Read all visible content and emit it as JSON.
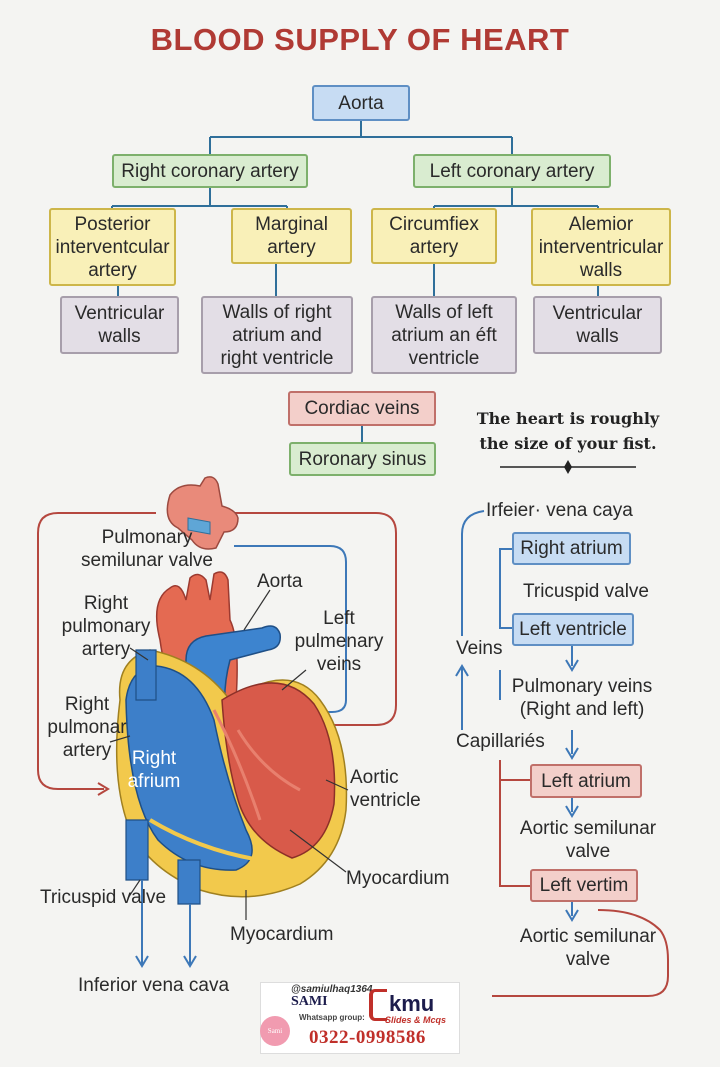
{
  "title": "BLOOD SUPPLY OF HEART",
  "tree": {
    "root": "Aorta",
    "right_coronary": "Right coronary artery",
    "left_coronary": "Left coronary artery",
    "branches": [
      "Posterior\ninterventcular\nartery",
      "Marginal\nartery",
      "Circumfiex\nartery",
      "Alemior\ninterventricular\nwalls"
    ],
    "supplies": [
      "Ventricular\nwalls",
      "Walls of right\natrium and\nright ventricle",
      "Walls of left\natrium an éft\nventricle",
      "Ventricular\nwalls"
    ],
    "veins": "Cordiac veins",
    "sinus": "Roronary sinus"
  },
  "note": "The heart is roughly\nthe size of your fist.",
  "heart_labels": {
    "pulmonary_valve": "Pulmonary\nsemilunar valve",
    "aorta": "Aorta",
    "right_pulmonary_artery_1": "Right\npulmonary\nartery",
    "left_pulmonary_veins": "Left\npulmenary\nveins",
    "right_pulmonary_artery_2": "Right\npulmonar\nartery",
    "right_atrium": "Right\nafrium",
    "aortic_ventricle": "Aortic\nventricle",
    "myocardium_right": "Myocardium",
    "tricuspid_valve": "Tricuspid valve",
    "myocardium_bottom": "Myocardium",
    "inferior_vena_cava": "Inferior vena cava"
  },
  "flow": {
    "ivc": "Irfeier· vena caya",
    "right_atrium": "Right atrium",
    "tricuspid": "Tricuspid valve",
    "left_ventricle": "Left ventricle",
    "veins": "Veins",
    "pulmonary_veins": "Pulmonary veins\n(Right and left)",
    "capillaries": "Capillariés",
    "left_atrium": "Left atrium",
    "aortic_valve_1": "Aortic semilunar\nvalve",
    "left_vertim": "Left vertim",
    "aortic_valve_2": "Aortic semilunar\nvalve"
  },
  "logo": {
    "handle": "@samiulhaq1364",
    "name": "SAMI",
    "whatsapp": "Whatsapp group:",
    "brand": "kmu",
    "tagline": "Slides & Mcqs",
    "phone": "0322-0998586",
    "badge": "Sami"
  },
  "colors": {
    "title": "#b03a34",
    "right_heart_blue": "#3d7fc9",
    "left_heart_red": "#d85a4a",
    "myocardium_yellow": "#f2c94c",
    "connector_red": "#b5473f",
    "connector_blue": "#3d78b8"
  }
}
